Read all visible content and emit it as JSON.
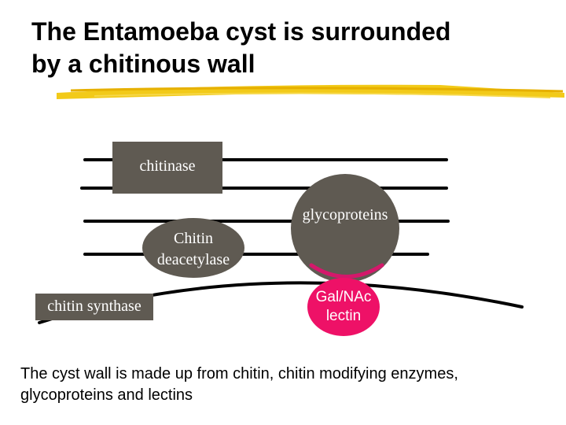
{
  "slide": {
    "title_line1": "The Entamoeba cyst is surrounded",
    "title_line2": "by a chitinous wall",
    "caption": "The cyst wall is made up from chitin, chitin modifying enzymes, glycoproteins and lectins"
  },
  "diagram": {
    "chitinase": "chitinase",
    "glycoproteins": "glycoproteins",
    "chitin_deacetylase_line1": "Chitin",
    "chitin_deacetylase_line2": "deacetylase",
    "chitin_synthase": "chitin synthase",
    "galnac_line1": "Gal/NAc",
    "galnac_line2": "lectin"
  },
  "colors": {
    "enzyme_fill": "#5f5a52",
    "lectin_fill": "#ee1167",
    "lectin_outline": "#d4186b",
    "underline": "#f1c400"
  }
}
